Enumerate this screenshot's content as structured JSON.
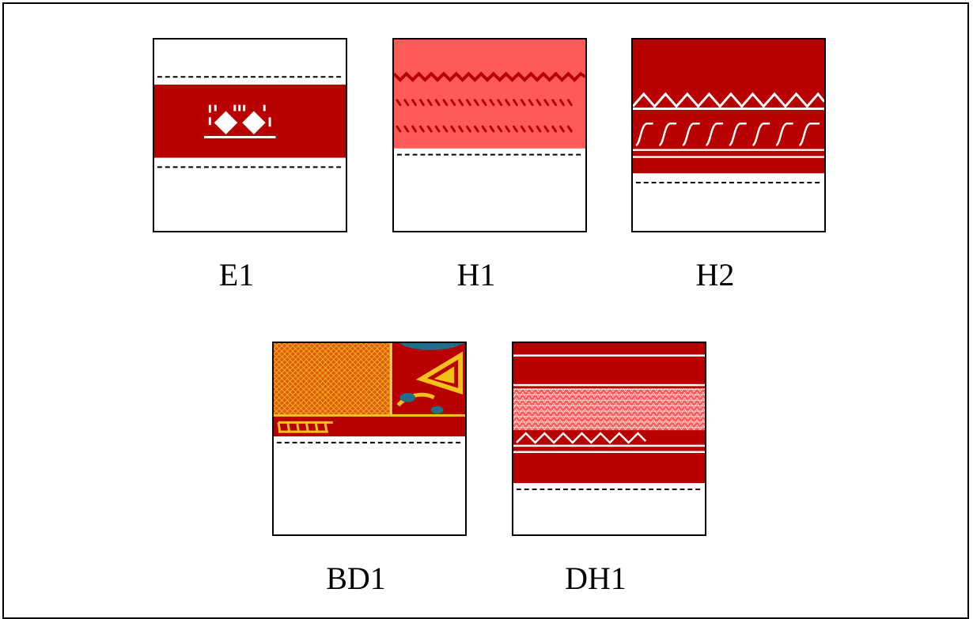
{
  "patterns": [
    {
      "label": "E1"
    },
    {
      "label": "H1"
    },
    {
      "label": "H2"
    },
    {
      "label": "BD1"
    },
    {
      "label": "DH1"
    }
  ],
  "colors": {
    "deep_red": "#b80000",
    "coral": "#ff5a5a",
    "orange": "#e05a10",
    "yellow": "#f2c21a",
    "teal": "#1f6f8b",
    "white": "#ffffff",
    "outline": "#000000"
  }
}
